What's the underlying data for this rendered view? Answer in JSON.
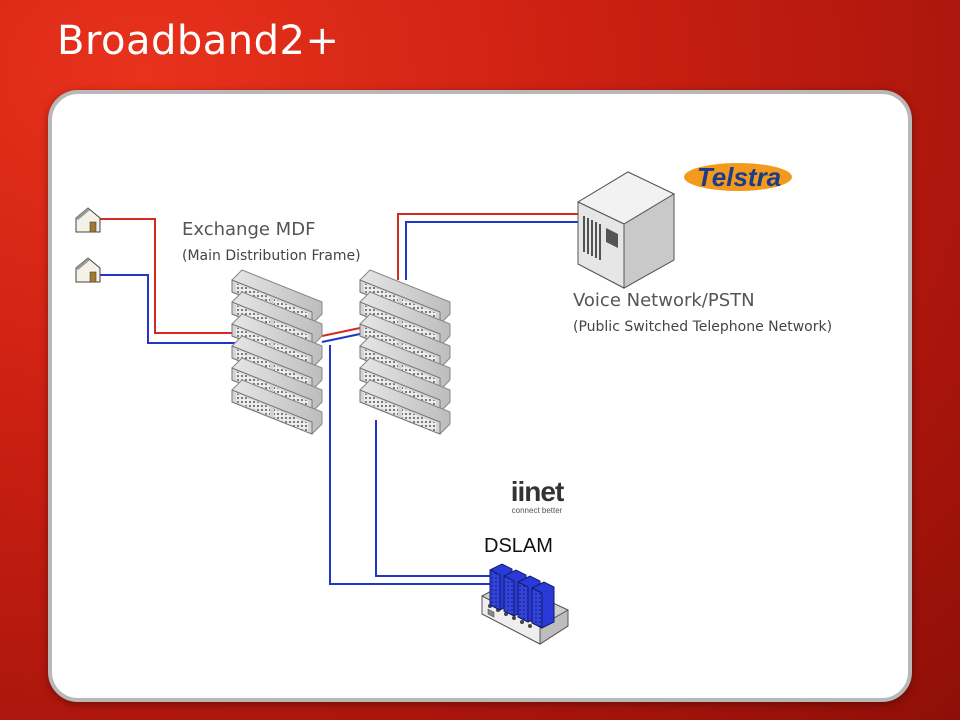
{
  "slide": {
    "title": "Broadband2+"
  },
  "labels": {
    "exchange_mdf": "Exchange MDF",
    "exchange_mdf_sub": "(Main Distribution Frame)",
    "voice_network": "Voice Network/PSTN",
    "voice_network_sub": "(Public Switched Telephone Network)",
    "dslam": "DSLAM"
  },
  "logos": {
    "telstra": "Telstra",
    "iinet_main": "iinet",
    "iinet_tag": "connect better"
  },
  "colors": {
    "background": "#c41e12",
    "voice_line": "#d42a1f",
    "data_line": "#1f36c8",
    "dslam_blue": "#2a3ad8"
  },
  "icons": [
    "house-icon",
    "house-icon",
    "mdf-rack-icon",
    "mdf-rack-icon",
    "pstn-server-icon",
    "dslam-icon"
  ]
}
